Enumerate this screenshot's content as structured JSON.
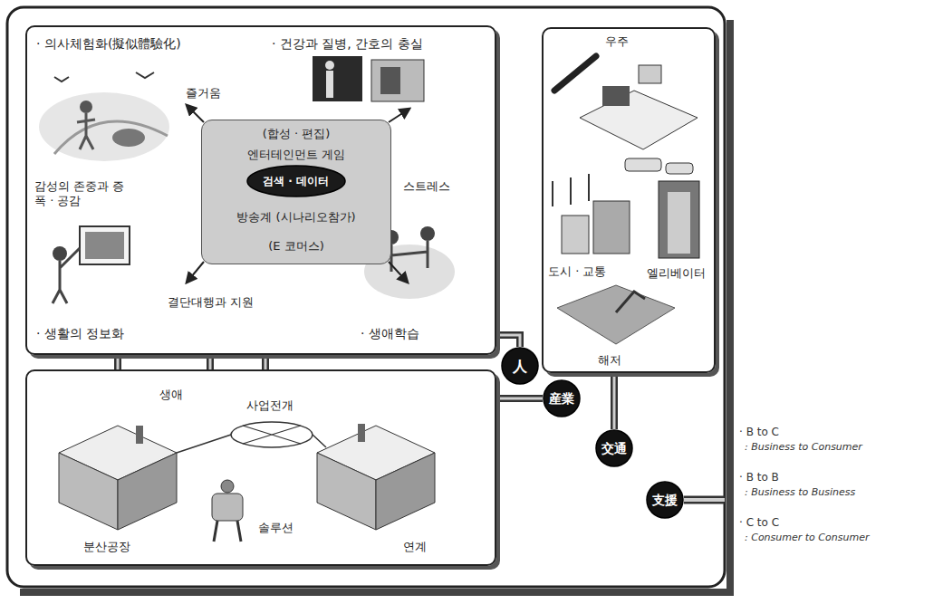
{
  "diagram": {
    "nodes": [
      {
        "text": [
          "· 의사체험화(擬似體驗化)",
          "· 건강과 질병, 간호의 충실",
          "즐거움",
          "감성의 존중과 증폭 · 공감",
          "스트레스",
          "결단대행과 지원",
          "· 생활의 정보화",
          "· 생애학습"
        ]
      },
      {
        "text": [
          "(합성 · 편집)",
          "엔터테인먼트 게임",
          "방송계 (시나리오참가)",
          "(E 코머스)"
        ],
        "in": 0
      },
      {
        "text": [
          "검색 · 데이터"
        ],
        "in": 1
      },
      {
        "text": [
          "우주",
          "도시 · 교통",
          "엘리베이터",
          "해저"
        ]
      },
      {
        "text": [
          "생애",
          "사업전개",
          "분산공장",
          "솔루션",
          "연계"
        ]
      },
      {
        "text": [
          "人"
        ]
      },
      {
        "text": [
          "産業"
        ]
      },
      {
        "text": [
          "交通"
        ]
      },
      {
        "text": [
          "支援"
        ]
      }
    ],
    "edges": [
      {
        "from": 0,
        "to": 4,
        "arrow": "none"
      },
      {
        "from": 0,
        "to": 4,
        "arrow": "none"
      },
      {
        "from": 0,
        "to": 4,
        "arrow": "none"
      },
      {
        "from": 5,
        "to": 0,
        "arrow": "none"
      },
      {
        "from": 6,
        "to": 4,
        "arrow": "none"
      },
      {
        "from": 7,
        "to": 3,
        "arrow": "none"
      }
    ],
    "labels": [
      "· B to C",
      ": Business to Consumer",
      "· B to B",
      ": Business to Business",
      "· C to C",
      ": Consumer to Consumer"
    ]
  }
}
